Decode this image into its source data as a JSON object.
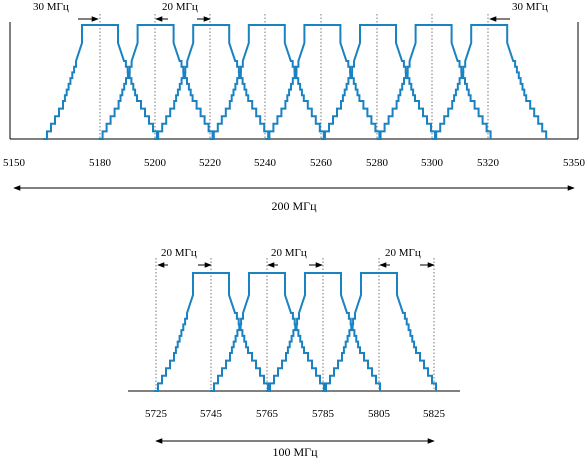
{
  "colors": {
    "spectrum": "#1a82c0",
    "lines": "#000000",
    "guides": "#555555"
  },
  "band_top": {
    "ticks": [
      "5150",
      "5180",
      "5200",
      "5220",
      "5240",
      "5260",
      "5280",
      "5300",
      "5320",
      "5350"
    ],
    "edge_left_label": "30 МГц",
    "edge_right_label": "30 МГц",
    "spacing_label": "20 МГц",
    "span_label": "200 МГц",
    "channel_count": 8
  },
  "band_bottom": {
    "ticks": [
      "5725",
      "5745",
      "5765",
      "5785",
      "5805",
      "5825"
    ],
    "spacing_labels": [
      "20 МГц",
      "20 МГц",
      "20 МГц"
    ],
    "span_label": "100 МГц",
    "channel_count": 4
  }
}
